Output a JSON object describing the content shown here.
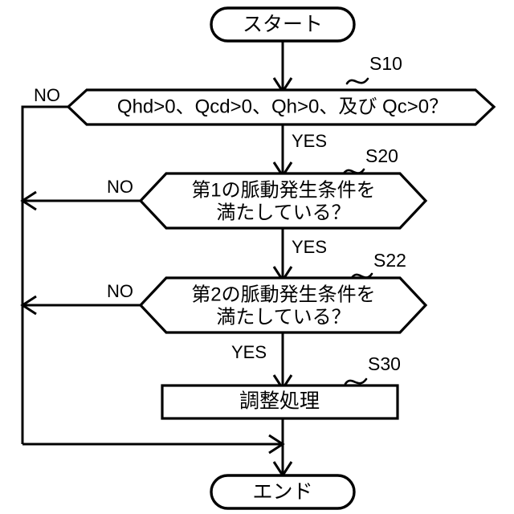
{
  "diagram": {
    "type": "flowchart",
    "title": "",
    "language": "ja"
  },
  "nodes": {
    "start": {
      "shape": "terminator",
      "label": "スタート"
    },
    "s10": {
      "shape": "hexagon-decision",
      "label": "Qhd>0、Qcd>0、Qh>0、及び Qc>0？",
      "step_label": "S10",
      "yes_label": "YES",
      "no_label": "NO"
    },
    "s20": {
      "shape": "hexagon-decision",
      "label_line1": "第1の脈動発生条件を",
      "label_line2": "満たしている？",
      "step_label": "S20",
      "yes_label": "YES",
      "no_label": "NO"
    },
    "s22": {
      "shape": "hexagon-decision",
      "label_line1": "第2の脈動発生条件を",
      "label_line2": "満たしている？",
      "step_label": "S22",
      "yes_label": "YES",
      "no_label": "NO"
    },
    "s30": {
      "shape": "process-box",
      "label": "調整処理",
      "step_label": "S30"
    },
    "end": {
      "shape": "terminator",
      "label": "エンド"
    }
  },
  "colors": {
    "stroke": "#000000",
    "fill": "#ffffff",
    "background": "#ffffff"
  }
}
